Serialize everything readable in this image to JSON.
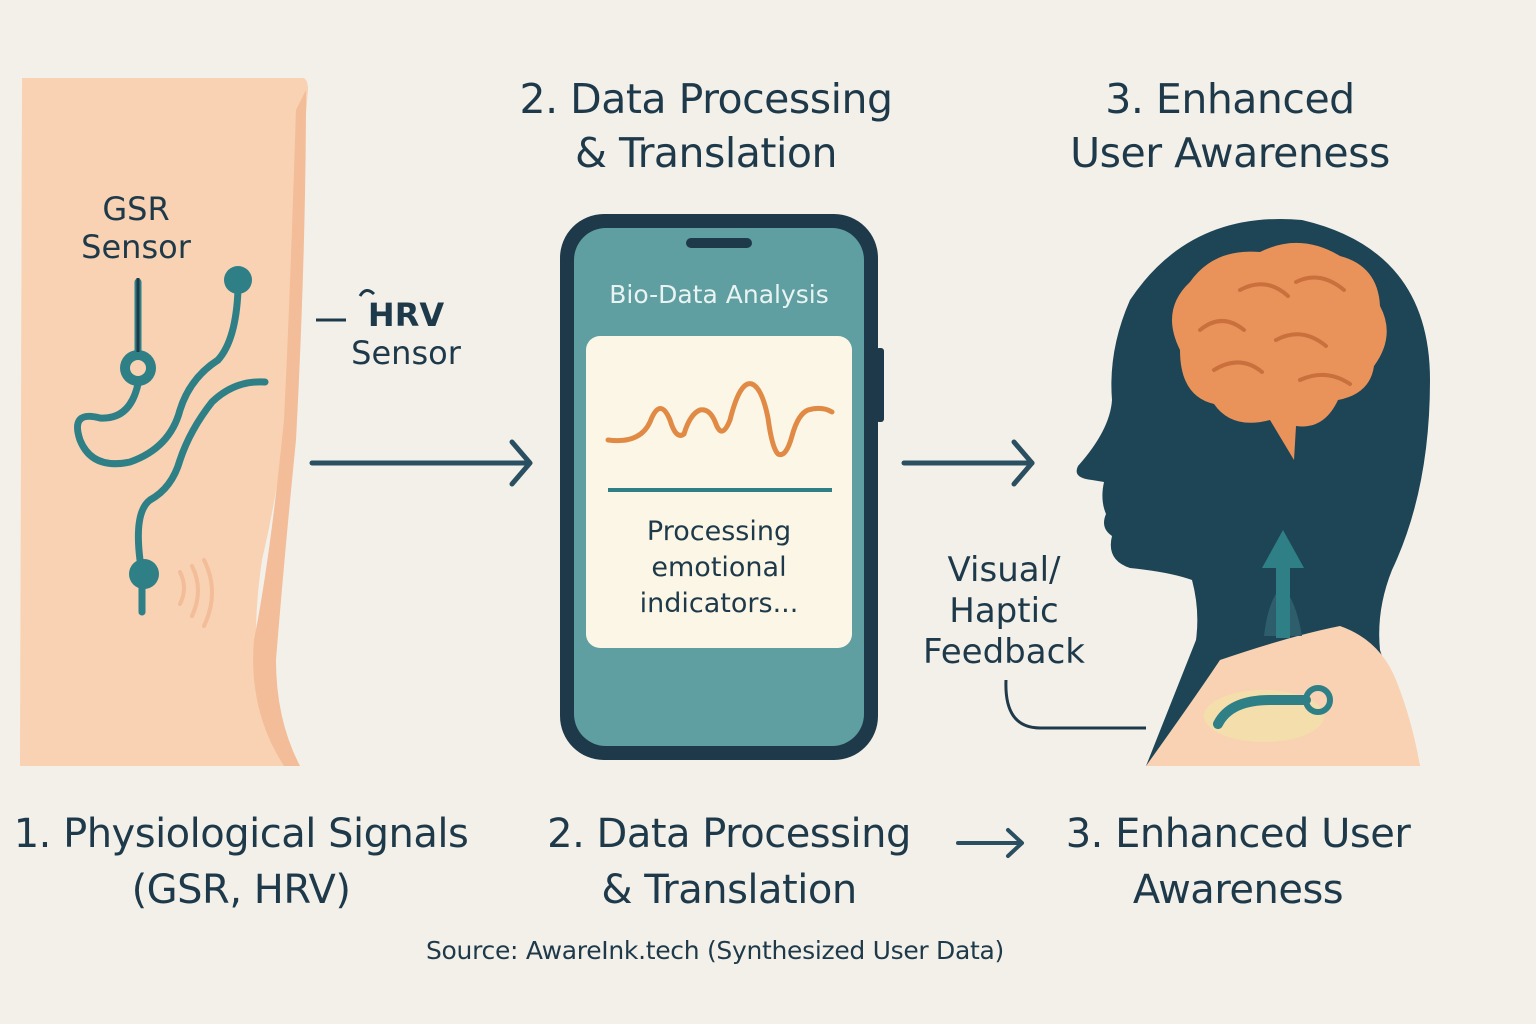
{
  "top_titles": {
    "processing": [
      "2. Data Processing",
      "& Translation"
    ],
    "awareness": [
      "3. Enhanced",
      "User Awareness"
    ]
  },
  "sensors": {
    "gsr": [
      "GSR",
      "Sensor"
    ],
    "hrv": [
      "HRV",
      "Sensor"
    ]
  },
  "phone": {
    "header": "Bio-Data Analysis",
    "status": [
      "Processing",
      "emotional",
      "indicators..."
    ]
  },
  "feedback": [
    "Visual/",
    "Haptic",
    "Feedback"
  ],
  "bottom_labels": {
    "signals": [
      "1. Physiological Signals",
      "(GSR, HRV)"
    ],
    "processing": [
      "2. Data Processing",
      "& Translation"
    ],
    "awareness": [
      "3. Enhanced User",
      "Awareness"
    ]
  },
  "source": "Source: AwareInk.tech (Synthesized User Data)",
  "colors": {
    "background": "#f3f0ea",
    "navy": "#1e3a4a",
    "teal": "#2e7f86",
    "phone_screen": "#5f9fa2",
    "skin": "#f8d2b2",
    "brain": "#e9935a"
  }
}
